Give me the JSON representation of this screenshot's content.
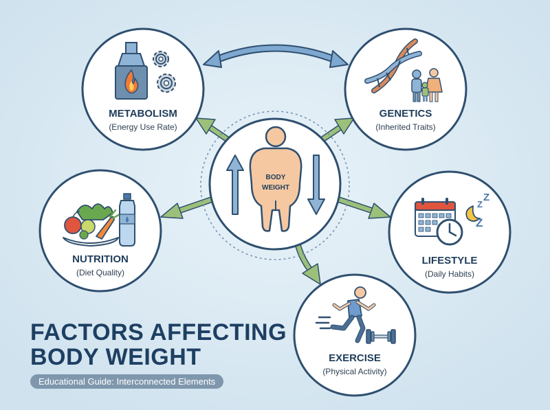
{
  "center": {
    "label_line1": "BODY",
    "label_line2": "WEIGHT"
  },
  "nodes": {
    "metabolism": {
      "title": "METABOLISM",
      "subtitle": "(Energy Use Rate)",
      "icon": "furnace-gears-icon"
    },
    "genetics": {
      "title": "GENETICS",
      "subtitle": "(Inherited Traits)",
      "icon": "dna-family-icon"
    },
    "nutrition": {
      "title": "NUTRITION",
      "subtitle": "(Diet Quality)",
      "icon": "food-water-icon"
    },
    "lifestyle": {
      "title": "LIFESTYLE",
      "subtitle": "(Daily Habits)",
      "icon": "calendar-clock-sleep-icon"
    },
    "exercise": {
      "title": "EXERCISE",
      "subtitle": "(Physical Activity)",
      "icon": "runner-dumbbell-icon"
    }
  },
  "title": {
    "line1": "FACTORS AFFECTING",
    "line2": "BODY WEIGHT"
  },
  "tagline": "Educational Guide: Interconnected Elements",
  "colors": {
    "background": "#dcebf4",
    "circle_border": "#2f4f6f",
    "arrow_green": "#9cc07a",
    "arrow_blue": "#7ea8cf",
    "title": "#1d3f62",
    "body_fill": "#f6c8a2"
  }
}
